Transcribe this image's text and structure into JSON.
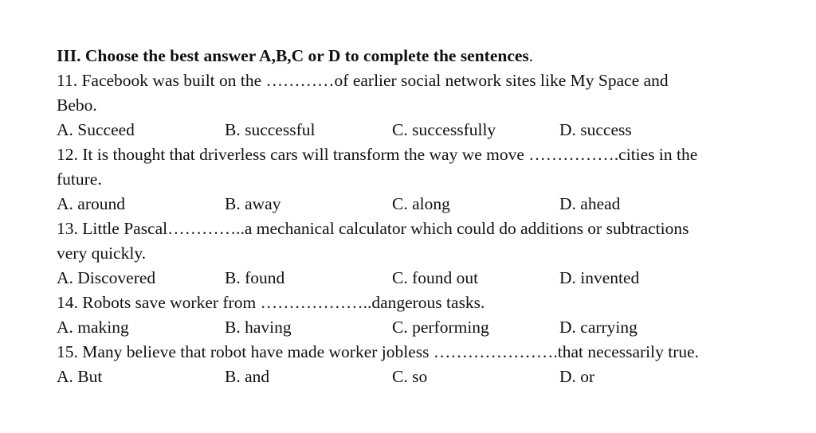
{
  "heading": {
    "text": "III. Choose the best answer A,B,C or D to complete the sentences",
    "period": "."
  },
  "questions": [
    {
      "lines": [
        "11. Facebook was built on the …………of earlier social network sites like My Space and",
        "Bebo."
      ],
      "options": [
        "A. Succeed",
        "B. successful",
        "C. successfully",
        "D. success"
      ]
    },
    {
      "lines": [
        "12. It is thought that driverless cars will transform the way we move …………….cities in the",
        "future."
      ],
      "options": [
        "A. around",
        "B. away",
        "C. along",
        "D. ahead"
      ]
    },
    {
      "lines": [
        "13. Little Pascal…………..a mechanical calculator which could do additions or subtractions",
        "very quickly."
      ],
      "options": [
        "A. Discovered",
        "B. found",
        "C. found out",
        "D. invented"
      ]
    },
    {
      "lines": [
        "14. Robots save worker from ………………..dangerous tasks."
      ],
      "options": [
        "A. making",
        "B. having",
        "C. performing",
        "D. carrying"
      ]
    },
    {
      "lines": [
        "15. Many believe that robot have made worker jobless ………………….that necessarily true."
      ],
      "options": [
        "A. But",
        "B. and",
        "C. so",
        "D. or"
      ]
    }
  ]
}
